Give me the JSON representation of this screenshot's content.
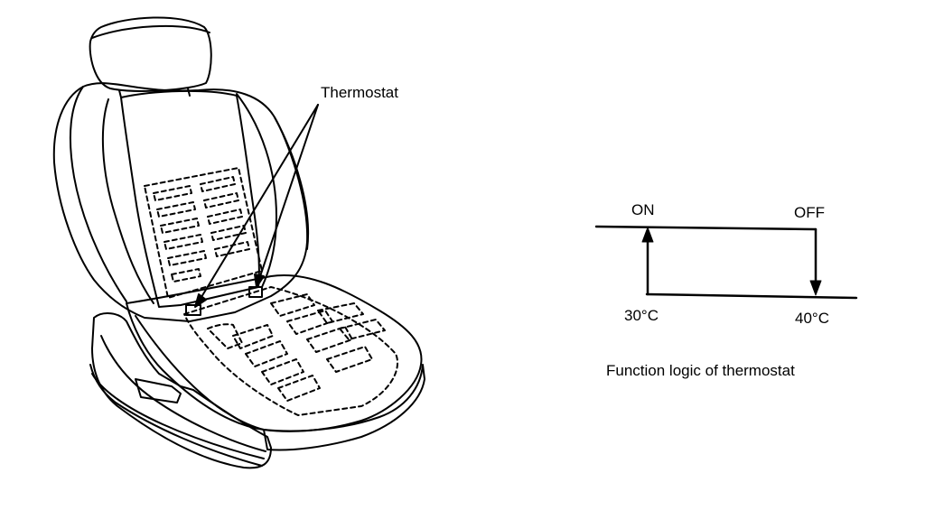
{
  "seat_diagram": {
    "callout_label": "Thermostat"
  },
  "thermostat_logic": {
    "on_label": "ON",
    "off_label": "OFF",
    "low_temp_label": "30°C",
    "high_temp_label": "40°C",
    "caption": "Function logic of thermostat"
  }
}
